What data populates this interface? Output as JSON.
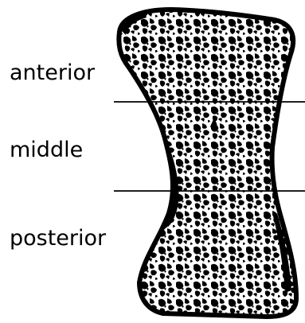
{
  "labels": {
    "anterior": "anterior",
    "middle": "middle",
    "posterior": "posterior"
  },
  "colors": {
    "ink": "#000000",
    "paper": "#ffffff"
  }
}
